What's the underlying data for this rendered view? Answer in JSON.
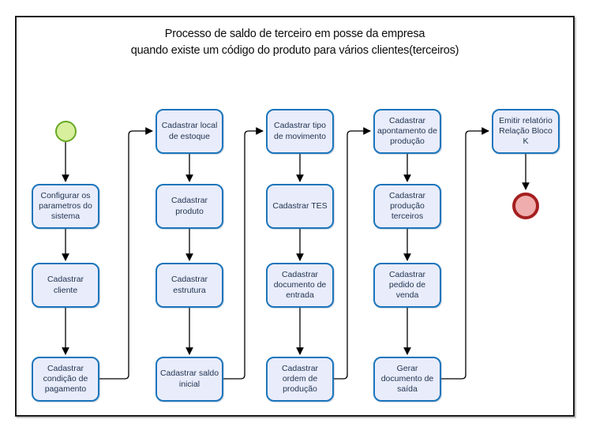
{
  "title": "Processo de saldo de terceiro em posse da empresa\nquando existe um código do produto para vários clientes(terceiros)",
  "nodes": [
    {
      "id": "start",
      "type": "start-event",
      "label": ""
    },
    {
      "id": "configurar-parametros",
      "type": "task",
      "label": "Configurar os parametros do sistema"
    },
    {
      "id": "cadastrar-cliente",
      "type": "task",
      "label": "Cadastrar cliente"
    },
    {
      "id": "cadastrar-condicao-pagamento",
      "type": "task",
      "label": "Cadastrar condição de pagamento"
    },
    {
      "id": "cadastrar-local-estoque",
      "type": "task",
      "label": "Cadastrar local de estoque"
    },
    {
      "id": "cadastrar-produto",
      "type": "task",
      "label": "Cadastrar produto"
    },
    {
      "id": "cadastrar-estrutura",
      "type": "task",
      "label": "Cadastrar estrutura"
    },
    {
      "id": "cadastrar-saldo-inicial",
      "type": "task",
      "label": "Cadastrar saldo inicial"
    },
    {
      "id": "cadastrar-tipo-movimento",
      "type": "task",
      "label": "Cadastrar tipo de movimento"
    },
    {
      "id": "cadastrar-tes",
      "type": "task",
      "label": "Cadastrar TES"
    },
    {
      "id": "cadastrar-documento-entrada",
      "type": "task",
      "label": "Cadastrar documento de entrada"
    },
    {
      "id": "cadastrar-ordem-producao",
      "type": "task",
      "label": "Cadastrar ordem de produção"
    },
    {
      "id": "cadastrar-apontamento-producao",
      "type": "task",
      "label": "Cadastrar apontamento de produção"
    },
    {
      "id": "cadastrar-producao-terceiros",
      "type": "task",
      "label": "Cadastrar produção terceiros"
    },
    {
      "id": "cadastrar-pedido-venda",
      "type": "task",
      "label": "Cadastrar pedido de venda"
    },
    {
      "id": "gerar-documento-saida",
      "type": "task",
      "label": "Gerar documento de saída"
    },
    {
      "id": "emitir-relatorio-bloco-k",
      "type": "task",
      "label": "Emitir relatório Relação Bloco K"
    },
    {
      "id": "end",
      "type": "end-event",
      "label": ""
    }
  ],
  "edges": [
    {
      "from": "start",
      "to": "configurar-parametros"
    },
    {
      "from": "configurar-parametros",
      "to": "cadastrar-cliente"
    },
    {
      "from": "cadastrar-cliente",
      "to": "cadastrar-condicao-pagamento"
    },
    {
      "from": "cadastrar-condicao-pagamento",
      "to": "cadastrar-local-estoque"
    },
    {
      "from": "cadastrar-local-estoque",
      "to": "cadastrar-produto"
    },
    {
      "from": "cadastrar-produto",
      "to": "cadastrar-estrutura"
    },
    {
      "from": "cadastrar-estrutura",
      "to": "cadastrar-saldo-inicial"
    },
    {
      "from": "cadastrar-saldo-inicial",
      "to": "cadastrar-tipo-movimento"
    },
    {
      "from": "cadastrar-tipo-movimento",
      "to": "cadastrar-tes"
    },
    {
      "from": "cadastrar-tes",
      "to": "cadastrar-documento-entrada"
    },
    {
      "from": "cadastrar-documento-entrada",
      "to": "cadastrar-ordem-producao"
    },
    {
      "from": "cadastrar-ordem-producao",
      "to": "cadastrar-apontamento-producao"
    },
    {
      "from": "cadastrar-apontamento-producao",
      "to": "cadastrar-producao-terceiros"
    },
    {
      "from": "cadastrar-producao-terceiros",
      "to": "cadastrar-pedido-venda"
    },
    {
      "from": "cadastrar-pedido-venda",
      "to": "gerar-documento-saida"
    },
    {
      "from": "gerar-documento-saida",
      "to": "emitir-relatorio-bloco-k"
    },
    {
      "from": "emitir-relatorio-bloco-k",
      "to": "end"
    }
  ],
  "colors": {
    "task_fill": "#e9ecfa",
    "task_border": "#1b75bb",
    "task_text": "#1f3350",
    "start_fill": "#d8ef9e",
    "start_border": "#67a822",
    "end_fill": "#efadad",
    "end_border": "#a51f1f",
    "connector": "#000000"
  }
}
